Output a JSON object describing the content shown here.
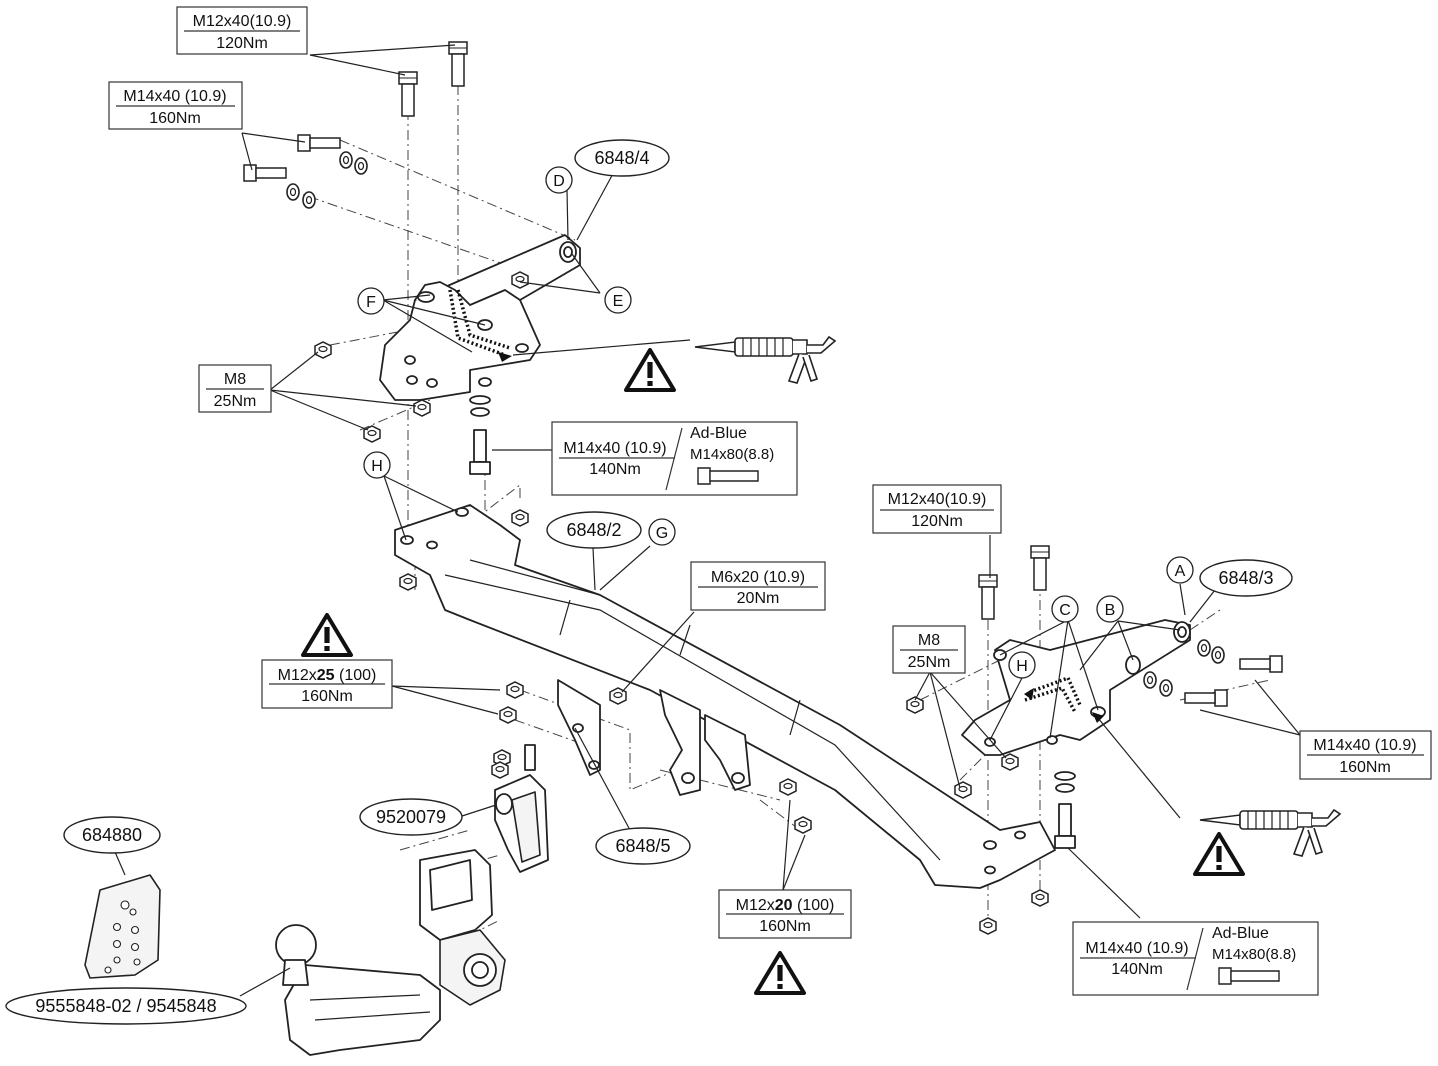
{
  "bolt_specs": {
    "top_a": {
      "size": "M12x40(10.9)",
      "torque": "120Nm"
    },
    "top_b": {
      "size": "M14x40 (10.9)",
      "torque": "160Nm"
    },
    "m8_left": {
      "size": "M8",
      "torque": "25Nm"
    },
    "mid_left": {
      "size": "M14x40 (10.9)",
      "torque": "140Nm",
      "alt_title": "Ad-Blue",
      "alt_size": "M14x80(8.8)"
    },
    "right_top": {
      "size": "M12x40(10.9)",
      "torque": "120Nm"
    },
    "m6": {
      "size": "M6x20 (10.9)",
      "torque": "20Nm"
    },
    "m8_right": {
      "size": "M8",
      "torque": "25Nm"
    },
    "m12x25": {
      "prefix": "M12x",
      "bold": "25",
      "suffix": " (100)",
      "torque": "160Nm"
    },
    "right_m14": {
      "size": "M14x40 (10.9)",
      "torque": "160Nm"
    },
    "m12x20": {
      "prefix": "M12x",
      "bold": "20",
      "suffix": " (100)",
      "torque": "160Nm"
    },
    "bottom_right": {
      "size": "M14x40 (10.9)",
      "torque": "140Nm",
      "alt_title": "Ad-Blue",
      "alt_size": "M14x80(8.8)"
    }
  },
  "part_numbers": {
    "p6848_4": "6848/4",
    "p6848_2": "6848/2",
    "p6848_3": "6848/3",
    "p6848_5": "6848/5",
    "p9520079": "9520079",
    "p684880": "684880",
    "ball": "9555848-02 / 9545848"
  },
  "letters": {
    "A": "A",
    "B": "B",
    "C": "C",
    "D": "D",
    "E": "E",
    "F": "F",
    "G": "G",
    "H": "H"
  },
  "warning_icon": "warning-triangle-icon",
  "sealant_icon": "sealant-gun-icon"
}
